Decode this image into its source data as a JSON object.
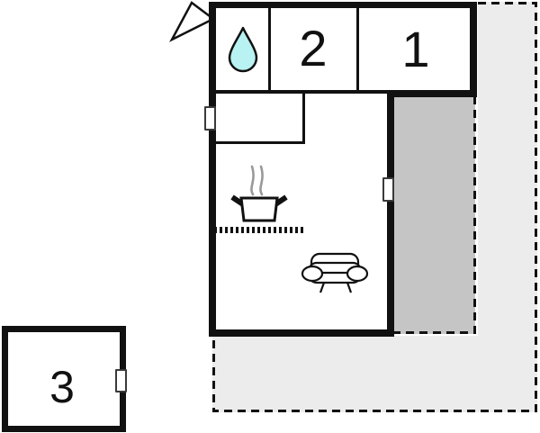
{
  "floorplan": {
    "type": "vacation-home-floor-plan",
    "room_labels": {
      "room1": "1",
      "room2": "2",
      "room3": "3"
    },
    "rooms": [
      {
        "name": "bathroom",
        "label": "",
        "icon": "water-drop-icon"
      },
      {
        "name": "bedroom-2",
        "label": "2"
      },
      {
        "name": "bedroom-1",
        "label": "1"
      },
      {
        "name": "kitchen-living-room",
        "label": "",
        "icons": [
          "cooking-pot-icon",
          "steam-icon",
          "kitchen-counter-dots",
          "sofa-icon"
        ]
      },
      {
        "name": "annex-room-3",
        "label": "3"
      }
    ],
    "markers": {
      "entrance_arrow": "entrance-arrow-icon",
      "doors": [
        "door-marker-left-wall",
        "door-marker-terrace-wall",
        "door-marker-room3"
      ]
    },
    "colors": {
      "wall": "#111111",
      "room_fill": "#ffffff",
      "terrace_light": "#ececec",
      "terrace_dark": "#c5c5c5",
      "dashed_line": "#111111",
      "water_drop_fill": "#b8f2f2",
      "steam": "#999999",
      "label_text": "#111111"
    }
  }
}
